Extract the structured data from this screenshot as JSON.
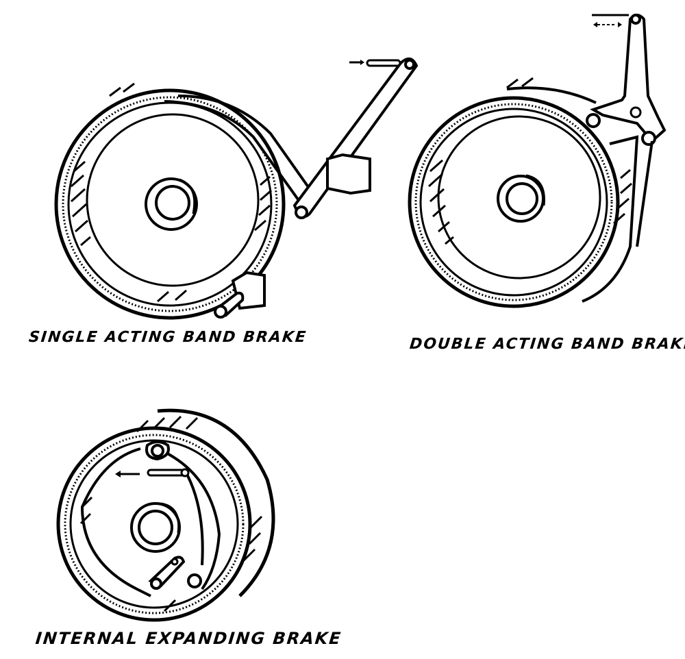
{
  "figures": [
    {
      "id": "single-acting-band-brake",
      "caption": "SINGLE ACTING BAND BRAKE",
      "parts": [
        "drum",
        "shaft-hub",
        "band",
        "operating-lever",
        "fulcrum-bracket",
        "anchor-bracket",
        "pull-rod"
      ],
      "force_arrow": "right"
    },
    {
      "id": "double-acting-band-brake",
      "caption": "DOUBLE ACTING BAND BRAKE",
      "parts": [
        "drum",
        "shaft-hub",
        "band",
        "bell-crank-lever",
        "pivot-pins",
        "pull-rod"
      ],
      "force_arrow": "left-right"
    },
    {
      "id": "internal-expanding-brake",
      "caption": "INTERNAL EXPANDING BRAKE",
      "parts": [
        "drum",
        "shaft-hub",
        "brake-shoes",
        "anchor-pin",
        "cam-lever",
        "pull-rod"
      ],
      "force_arrow": "left"
    }
  ],
  "colors": {
    "ink": "#000000",
    "paper": "#ffffff"
  }
}
